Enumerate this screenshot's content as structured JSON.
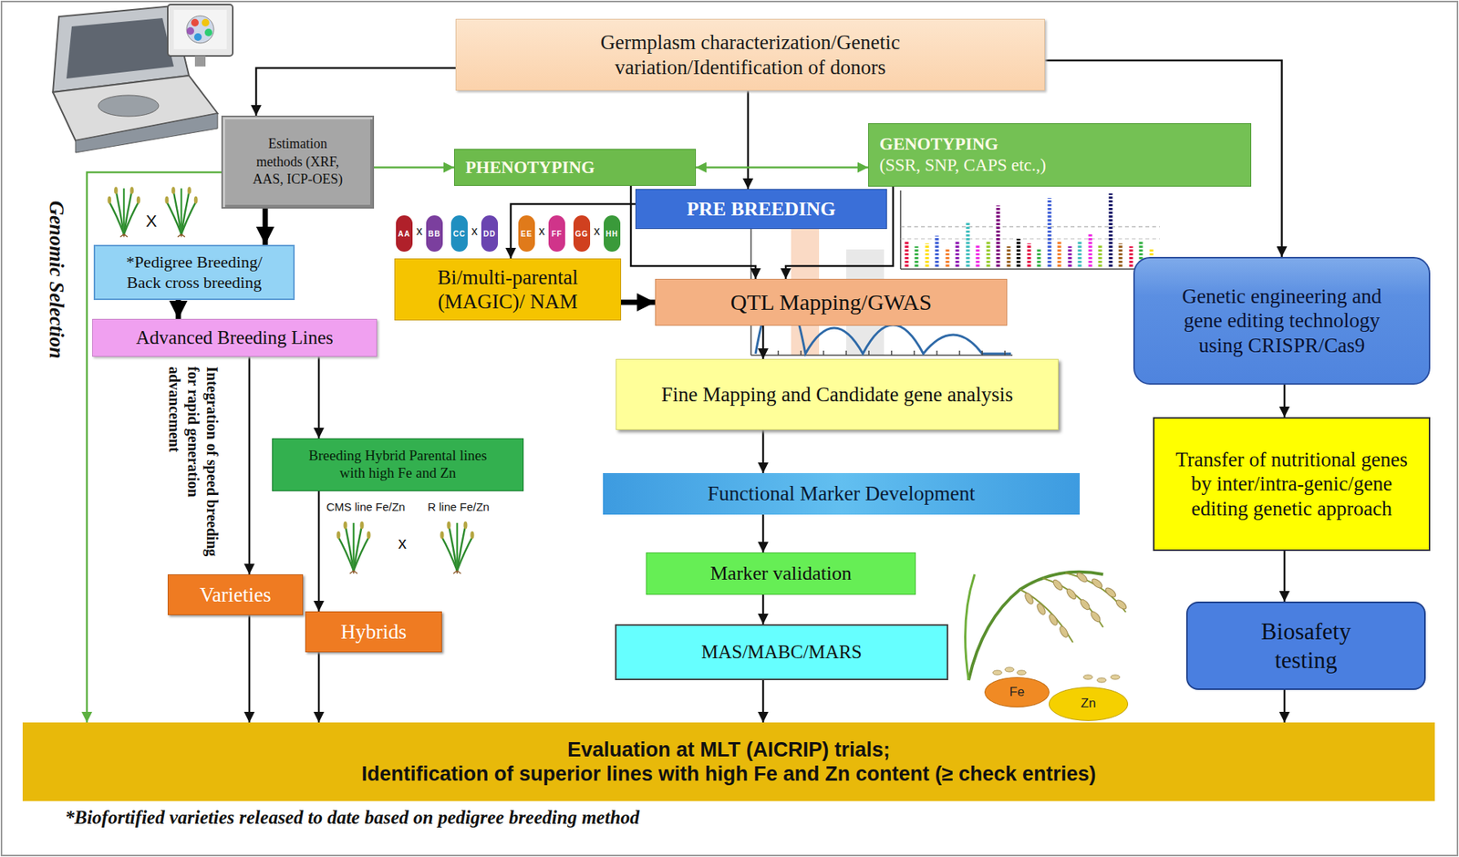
{
  "diagram": {
    "caption": "*Biofortified varieties released to date based on pedigree breeding method",
    "nodes": [
      {
        "text": [
          "Germplasm characterization/Genetic variation/Identification of donors"
        ]
      },
      {
        "text": [
          "Estimation methods (XRF, AAS, ICP-OES)"
        ]
      },
      {
        "text": [
          "PHENOTYPING"
        ]
      },
      {
        "text": [
          "GENOTYPING",
          "(SSR, SNP, CAPS etc.,)"
        ]
      },
      {
        "text": [
          "PRE BREEDING"
        ]
      },
      {
        "text": [
          "*Pedigree Breeding/ Back cross breeding"
        ]
      },
      {
        "text": [
          "Advanced Breeding Lines"
        ]
      },
      {
        "text": [
          "Bi/multi-parental (MAGIC)/ NAM"
        ]
      },
      {
        "text": [
          "QTL Mapping/GWAS"
        ]
      },
      {
        "text": [
          "Genetic engineering and gene editing technology using CRISPR/Cas9"
        ]
      },
      {
        "text": [
          "Fine Mapping and Candidate gene analysis"
        ]
      },
      {
        "text": [
          "Breeding Hybrid Parental lines with high Fe and Zn"
        ]
      },
      {
        "text": [
          "Transfer of nutritional genes by inter/intra-genic/gene editing genetic approach"
        ]
      },
      {
        "text": [
          "Functional Marker Development"
        ]
      },
      {
        "text": [
          "Marker validation"
        ]
      },
      {
        "text": [
          "Varieties"
        ]
      },
      {
        "text": [
          "Hybrids"
        ]
      },
      {
        "text": [
          "MAS/MABC/MARS"
        ]
      },
      {
        "text": [
          "Biosafety testing"
        ]
      },
      {
        "text": [
          "Evaluation at MLT (AICRIP) trials;",
          "Identification of superior lines with high Fe and Zn content (≥ check entries)"
        ]
      },
      {
        "text": [
          "Fe"
        ]
      },
      {
        "text": [
          "Zn"
        ]
      }
    ],
    "edges": [
      {
        "from": 0,
        "to": 1,
        "arrow": "to"
      },
      {
        "from": 0,
        "to": 4,
        "arrow": "to"
      },
      {
        "from": 0,
        "to": 9,
        "arrow": "to"
      },
      {
        "from": 1,
        "to": 2,
        "arrow": "to"
      },
      {
        "from": 2,
        "to": 3,
        "arrow": "both"
      },
      {
        "from": 1,
        "to": 5,
        "arrow": "to"
      },
      {
        "from": 1,
        "to": 19,
        "arrow": "to"
      },
      {
        "from": 5,
        "to": 6,
        "arrow": "to"
      },
      {
        "from": 6,
        "to": 15,
        "arrow": "to"
      },
      {
        "from": 6,
        "to": 11,
        "arrow": "to"
      },
      {
        "from": 11,
        "to": 16,
        "arrow": "to"
      },
      {
        "from": 15,
        "to": 19,
        "arrow": "to"
      },
      {
        "from": 16,
        "to": 19,
        "arrow": "to"
      },
      {
        "from": 4,
        "to": 7,
        "arrow": "to"
      },
      {
        "from": 2,
        "to": 8,
        "arrow": "to"
      },
      {
        "from": 3,
        "to": 8,
        "arrow": "to"
      },
      {
        "from": 7,
        "to": 8,
        "arrow": "to"
      },
      {
        "from": 8,
        "to": 10,
        "arrow": "to"
      },
      {
        "from": 10,
        "to": 13,
        "arrow": "to"
      },
      {
        "from": 13,
        "to": 14,
        "arrow": "to"
      },
      {
        "from": 14,
        "to": 17,
        "arrow": "to"
      },
      {
        "from": 17,
        "to": 19,
        "arrow": "to"
      },
      {
        "from": 9,
        "to": 12,
        "arrow": "to"
      },
      {
        "from": 12,
        "to": 18,
        "arrow": "to"
      },
      {
        "from": 18,
        "to": 19,
        "arrow": "to"
      }
    ],
    "labels": [
      "Genomic Selection",
      "X",
      "AA",
      "x",
      "BB",
      "CC",
      "x",
      "DD",
      "EE",
      "x",
      "FF",
      "GG",
      "x",
      "HH",
      "Integration of speed breeding for rapid generation advancement",
      "CMS line Fe/Zn",
      "R line Fe/Zn",
      "x"
    ]
  }
}
